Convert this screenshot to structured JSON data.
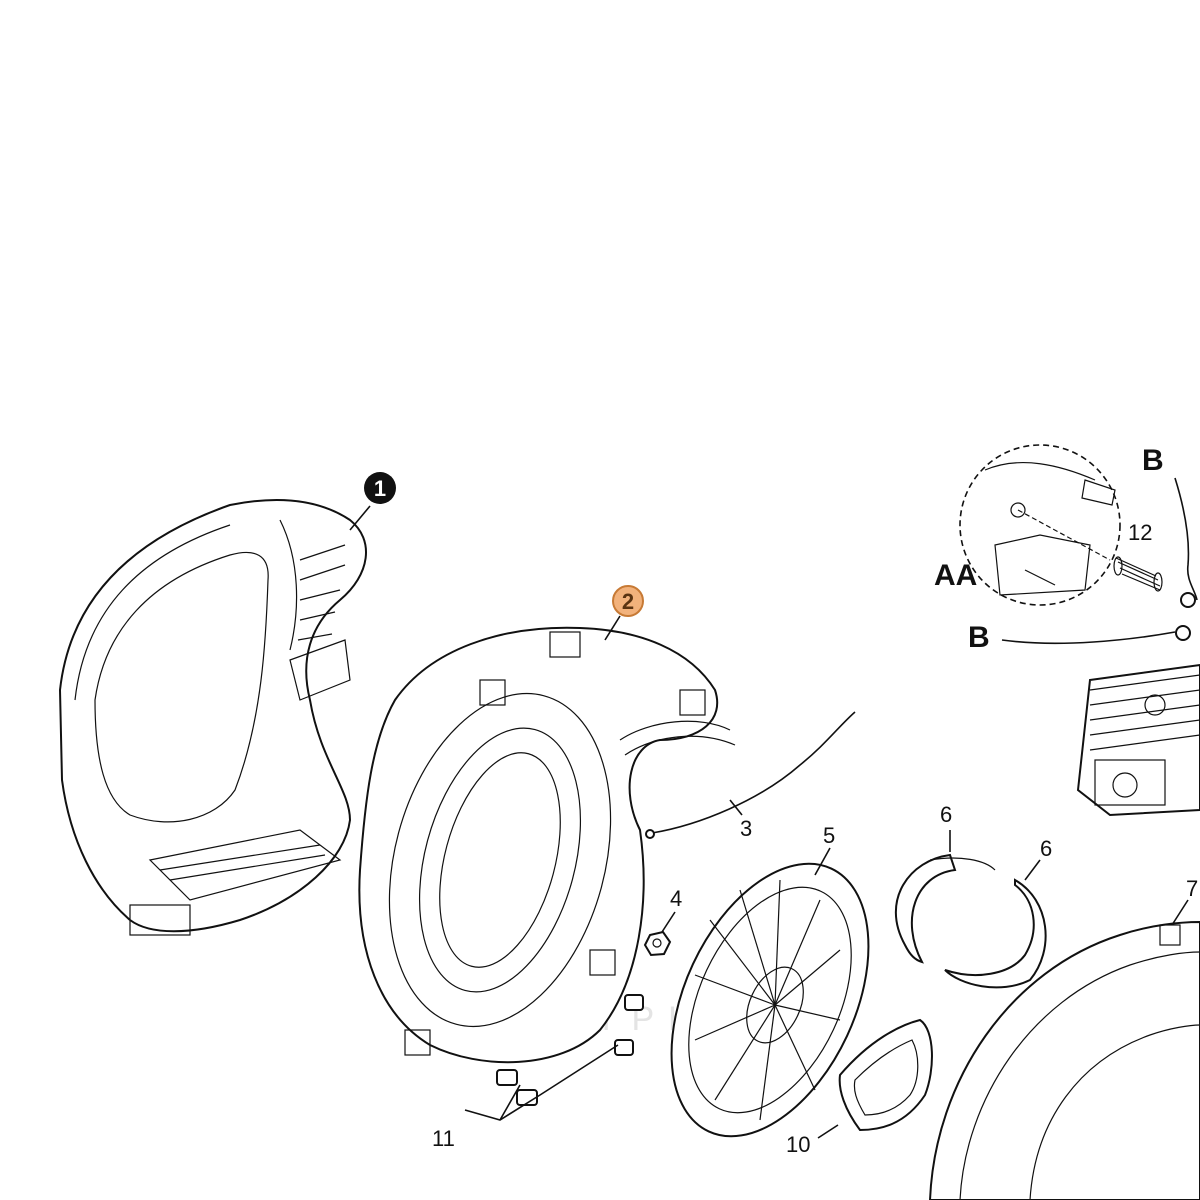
{
  "callouts": {
    "c1": "1",
    "c2": "2",
    "c3": "3",
    "c4": "4",
    "c5": "5",
    "c6a": "6",
    "c6b": "6",
    "c7": "7",
    "c10": "10",
    "c11": "11",
    "c12": "12",
    "aa": "AA",
    "b1": "B",
    "b2": "B"
  },
  "watermark": "LEADYPHONE",
  "colors": {
    "line": "#111111",
    "callout_1_fill": "#111111",
    "callout_2_fill": "#f2b27c",
    "callout_2_stroke": "#c77a35",
    "watermark": "#e4e4e4"
  }
}
